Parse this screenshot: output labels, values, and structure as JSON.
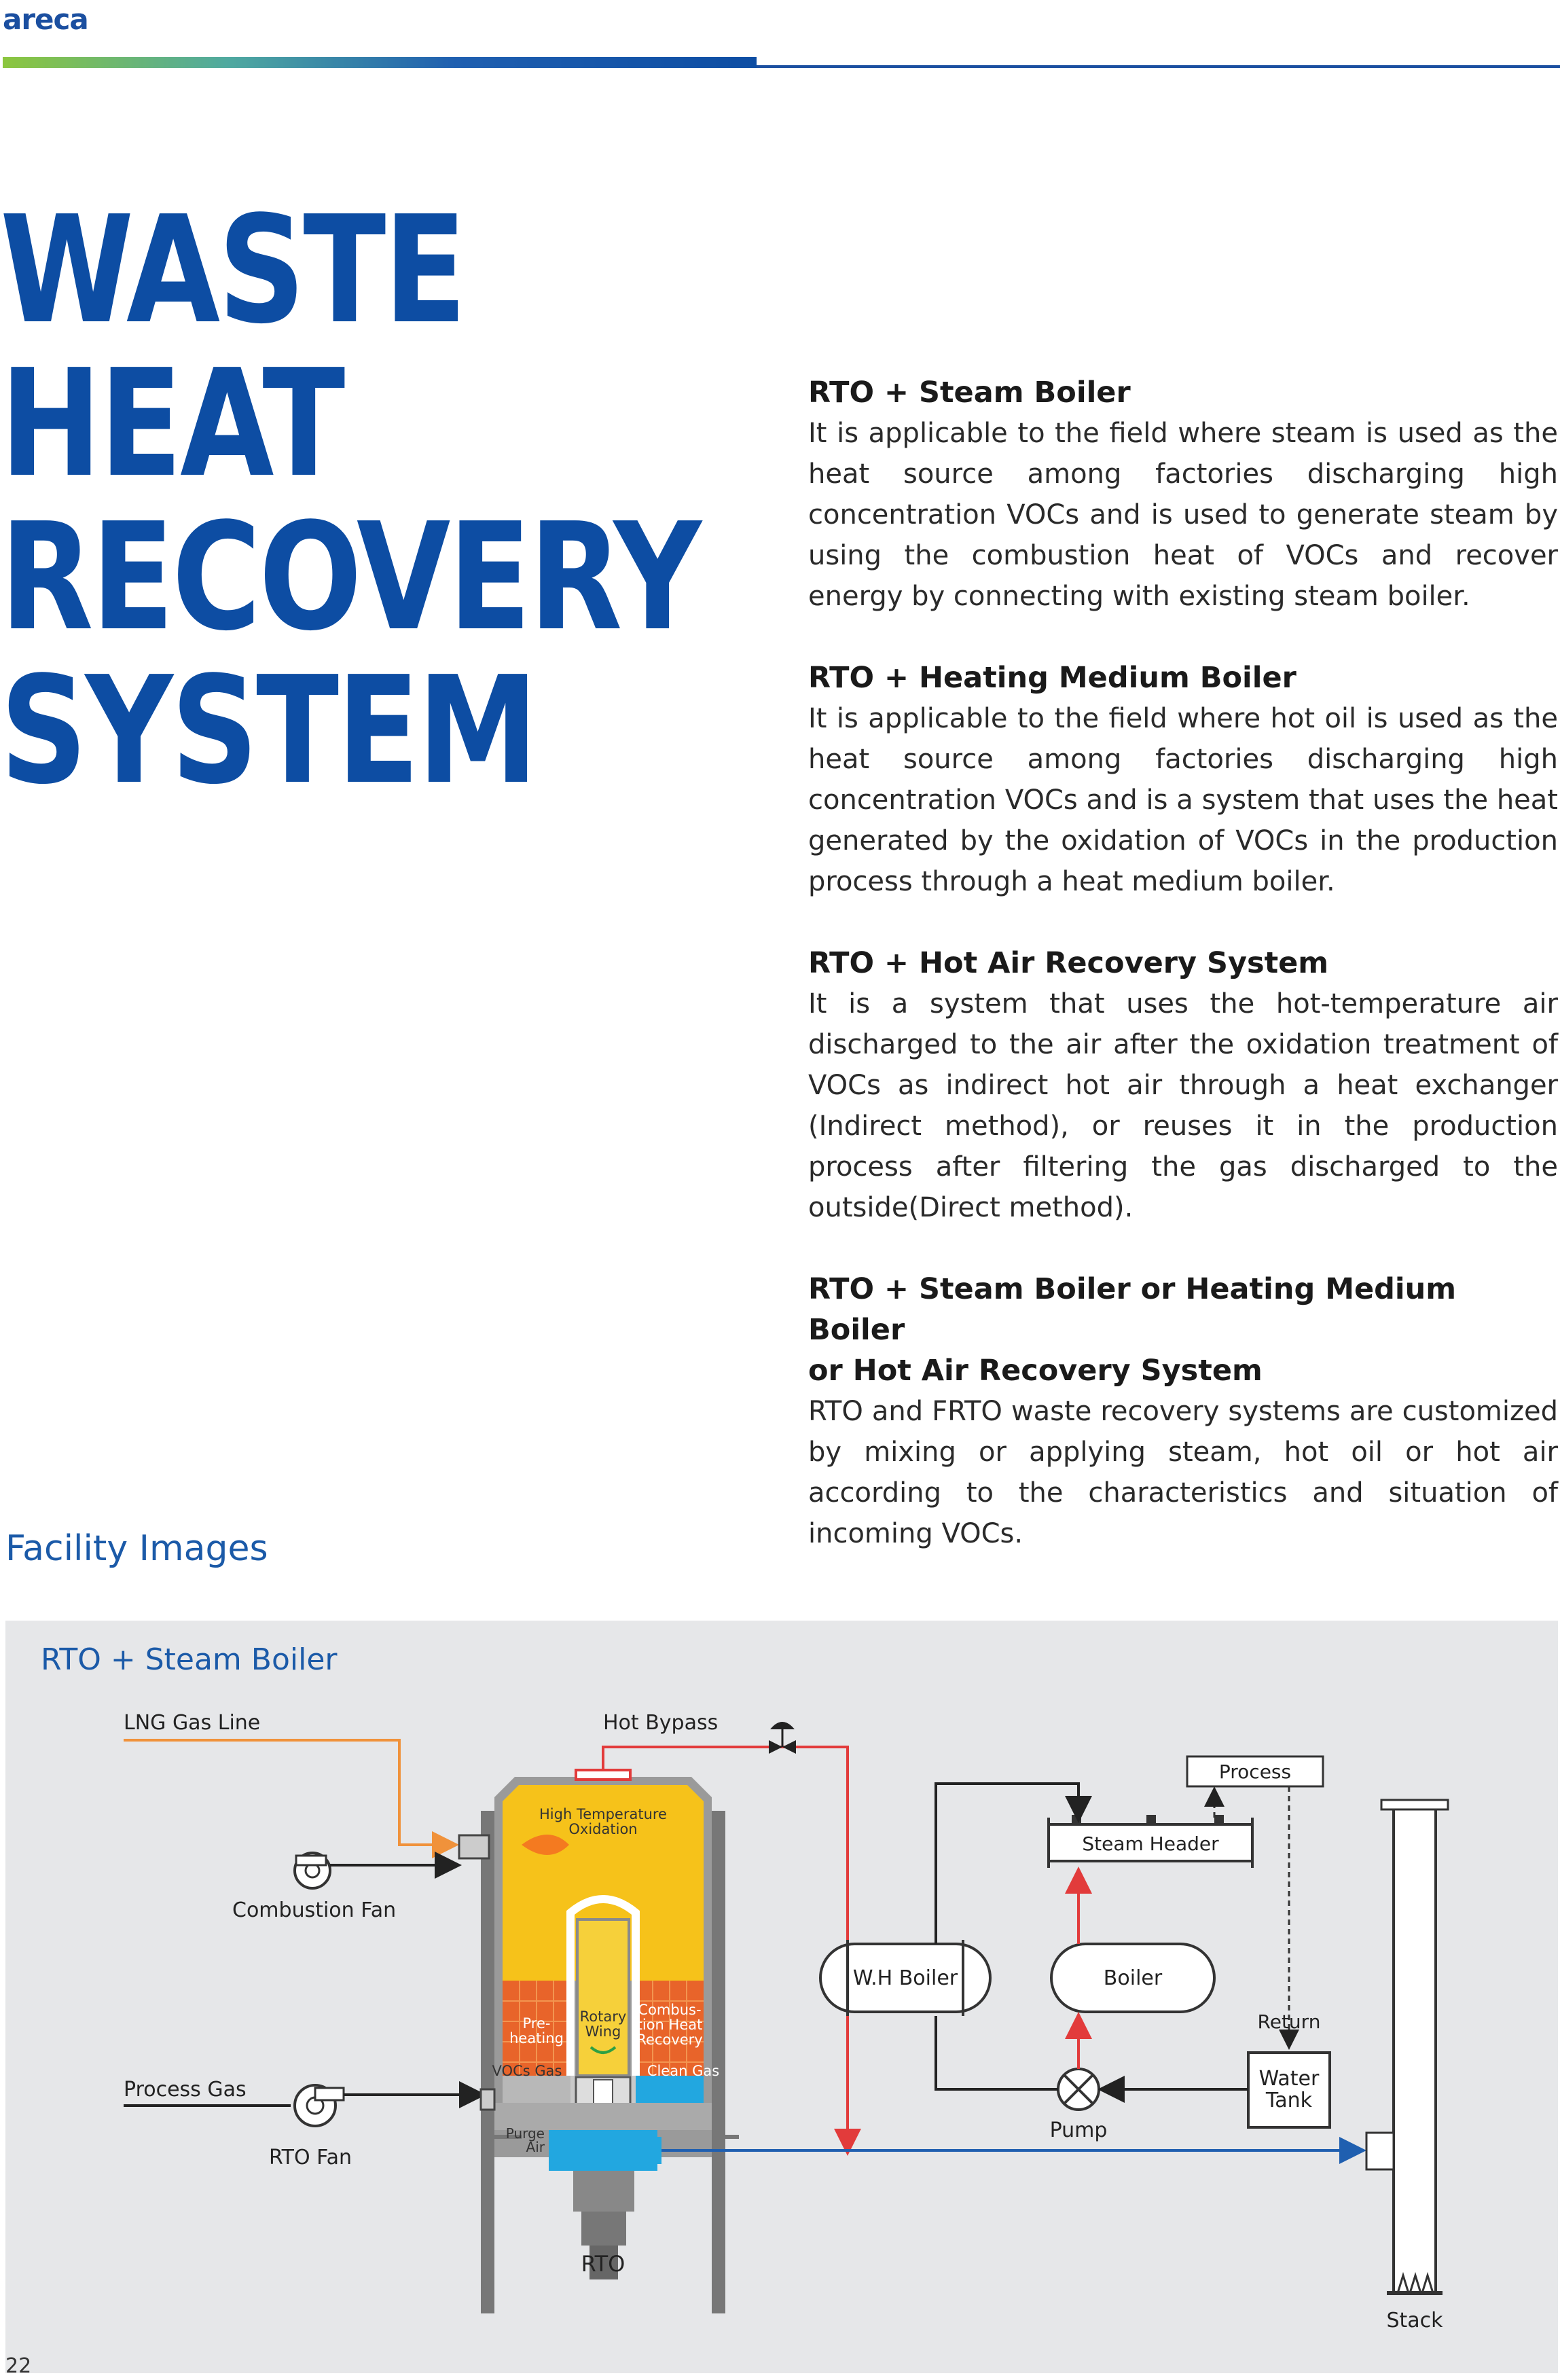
{
  "header": {
    "logo": "areca",
    "page_number": "22"
  },
  "title_lines": [
    "WASTE",
    "HEAT",
    "RECOVERY",
    "SYSTEM"
  ],
  "sections": [
    {
      "heading": "RTO + Steam Boiler",
      "body": "It is applicable to the field where steam is used as the heat source among factories discharging high concentration VOCs and is used to generate steam by using the combustion heat of VOCs and recover energy by connecting with existing steam boiler."
    },
    {
      "heading": "RTO + Heating Medium Boiler",
      "body": "It is applicable to the field where hot oil is used as the heat source among factories discharging high concentration VOCs and is a system that uses the heat generated by the oxidation of VOCs in the production process through a heat medium boiler."
    },
    {
      "heading": "RTO + Hot Air Recovery System",
      "body": "It is a system that uses the hot-temperature air discharged to the air after the oxidation treatment of VOCs as indirect hot air through a heat exchanger (Indirect method), or reuses it in the production process after filtering the gas discharged to the outside(Direct method)."
    },
    {
      "heading_line1": "RTO + Steam Boiler or Heating Medium Boiler",
      "heading_line2": "or Hot Air Recovery System",
      "body": "RTO and FRTO waste recovery systems are customized by mixing or applying steam, hot oil or hot air according to the characteristics and situation of incoming VOCs."
    }
  ],
  "facility": {
    "heading": "Facility Images",
    "diagram_title": "RTO + Steam Boiler",
    "labels": {
      "lng_gas_line": "LNG Gas Line",
      "hot_bypass": "Hot Bypass",
      "combustion_fan": "Combustion Fan",
      "process_gas": "Process Gas",
      "rto_fan": "RTO Fan",
      "rto": "RTO",
      "high_temp_1": "High Temperature",
      "high_temp_2": "Oxidation",
      "preheating_1": "Pre-",
      "preheating_2": "heating",
      "rotary_1": "Rotary",
      "rotary_2": "Wing",
      "combustion_1": "Combus-",
      "combustion_2": "tion Heat",
      "combustion_3": "Recovery",
      "vocs_gas": "VOCs Gas",
      "clean_gas": "Clean Gas",
      "purge_1": "Purge",
      "purge_2": "Air",
      "wh_boiler": "W.H Boiler",
      "boiler": "Boiler",
      "steam_header": "Steam Header",
      "process": "Process",
      "return": "Return",
      "water_1": "Water",
      "water_2": "Tank",
      "pump": "Pump",
      "stack": "Stack"
    },
    "colors": {
      "gas_line": "#f0923b",
      "hot_line": "#e23b3b",
      "clean_line": "#1f5fb0",
      "oxidation": "#f6c21a",
      "media": "#e8642a",
      "blue_part": "#22a7e0"
    }
  }
}
